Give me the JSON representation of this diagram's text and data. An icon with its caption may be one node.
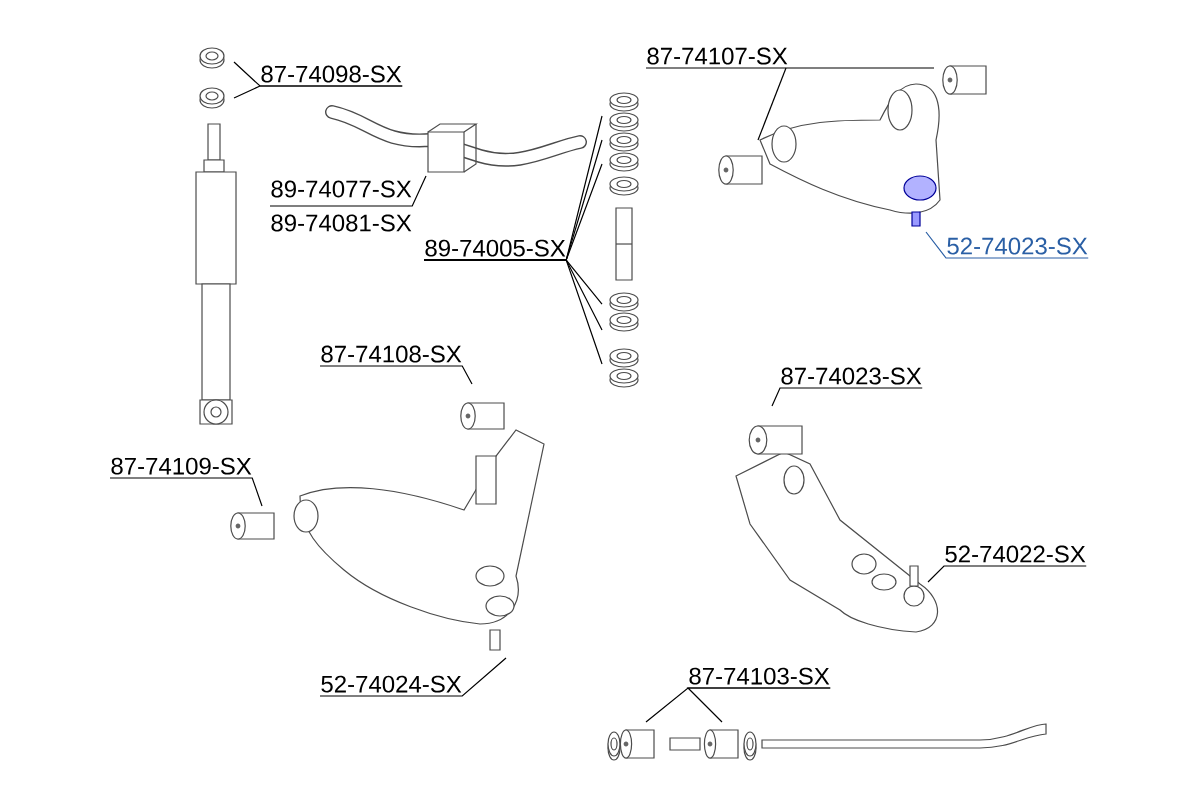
{
  "diagram": {
    "nodes": [
      {
        "text": [
          "87-74098-SX"
        ]
      },
      {
        "text": [
          "87-74107-SX"
        ]
      },
      {
        "text": [
          "89-74077-SX",
          "89-74081-SX"
        ]
      },
      {
        "text": [
          "89-74005-SX"
        ]
      },
      {
        "text": [
          "52-74023-SX"
        ]
      },
      {
        "text": [
          "87-74108-SX"
        ]
      },
      {
        "text": [
          "87-74023-SX"
        ]
      },
      {
        "text": [
          "87-74109-SX"
        ]
      },
      {
        "text": [
          "52-74022-SX"
        ]
      },
      {
        "text": [
          "52-74024-SX"
        ]
      },
      {
        "text": [
          "87-74103-SX"
        ]
      }
    ],
    "edges": [
      {
        "from": 0,
        "to": null,
        "arrow": "none"
      },
      {
        "from": 0,
        "to": null,
        "arrow": "none"
      },
      {
        "from": 1,
        "to": null,
        "arrow": "none"
      },
      {
        "from": 1,
        "to": null,
        "arrow": "none"
      },
      {
        "from": 2,
        "to": null,
        "arrow": "none"
      },
      {
        "from": 3,
        "to": null,
        "arrow": "none"
      },
      {
        "from": 3,
        "to": null,
        "arrow": "none"
      },
      {
        "from": 3,
        "to": null,
        "arrow": "none"
      },
      {
        "from": 3,
        "to": null,
        "arrow": "none"
      },
      {
        "from": 3,
        "to": null,
        "arrow": "none"
      },
      {
        "from": 3,
        "to": null,
        "arrow": "none"
      },
      {
        "from": 4,
        "to": null,
        "arrow": "none",
        "color": "#2a5fa5"
      },
      {
        "from": 5,
        "to": null,
        "arrow": "none"
      },
      {
        "from": 6,
        "to": null,
        "arrow": "none"
      },
      {
        "from": 7,
        "to": null,
        "arrow": "none"
      },
      {
        "from": 8,
        "to": null,
        "arrow": "none"
      },
      {
        "from": 9,
        "to": null,
        "arrow": "none"
      },
      {
        "from": 10,
        "to": null,
        "arrow": "none"
      },
      {
        "from": 10,
        "to": null,
        "arrow": "none"
      }
    ]
  }
}
